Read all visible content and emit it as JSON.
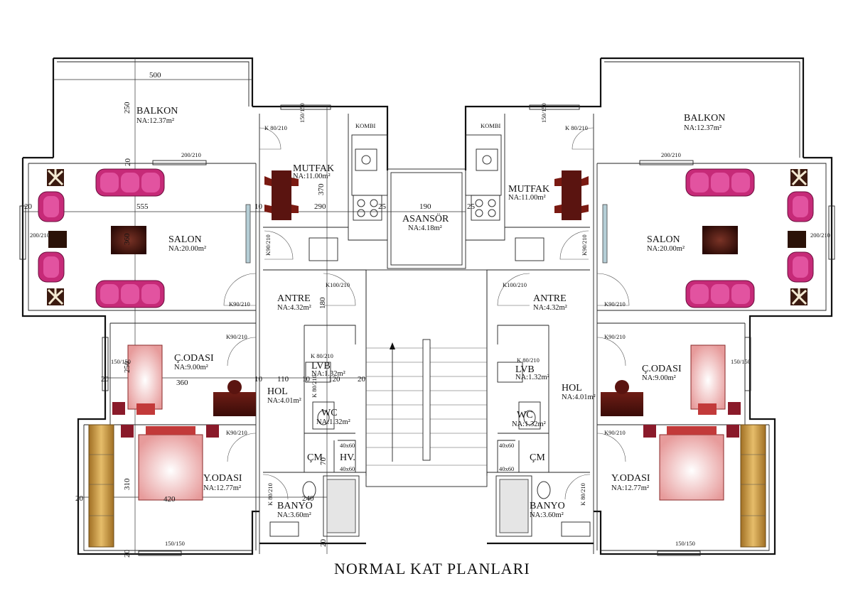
{
  "title": "NORMAL KAT PLANLARI",
  "colors": {
    "wall": "#111111",
    "sofa": "#d0307f",
    "table": "#4a1a12",
    "bed": "#f3c5c5",
    "wardrobe": "#c99a45",
    "kitchen_table": "#5a1410"
  },
  "common": {
    "elevator_name": "ASANSÖR",
    "elevator_area": "NA:4.18m²",
    "elevator_dim": "190",
    "elev_side_left": "25",
    "elev_side_right": "25",
    "ventilation": "HV.",
    "vent_size_top": "40x60",
    "vent_size_bottom": "40x60"
  },
  "left": {
    "balkon": {
      "name": "BALKON",
      "area": "NA:12.37m²",
      "w": "500",
      "h": "250"
    },
    "mutfak": {
      "name": "MUTFAK",
      "area": "NA:11.00m²",
      "kombi": "KOMBI",
      "door": "K 80/210",
      "win": "150/150",
      "dim_h": "370",
      "dim_w": "290",
      "side": "10",
      "top": "20"
    },
    "salon": {
      "name": "SALON",
      "area": "NA:20.00m²",
      "w": "555",
      "h": "360",
      "win": "200/210",
      "balcony_door": "200/210",
      "left": "20",
      "top": "20",
      "right": "10"
    },
    "antre": {
      "name": "ANTRE",
      "area": "NA:4.32m²",
      "door_main": "K100/210",
      "door_salon": "K90/210",
      "door_kitchen": "K90/210",
      "dim": "180"
    },
    "codasi": {
      "name": "Ç.ODASI",
      "area": "NA:9.00m²",
      "door": "K90/210",
      "win": "150/150",
      "w": "360",
      "h": "250",
      "left": "20"
    },
    "hol": {
      "name": "HOL",
      "area": "NA:4.01m²",
      "w": "110",
      "d1": "10",
      "d2": "10"
    },
    "lvb": {
      "name": "LVB",
      "area": "NA:1.32m²",
      "door": "K 80/210",
      "w": "120",
      "wall": "20"
    },
    "wc": {
      "name": "WC",
      "area": "NA:1.32m²",
      "door": "K 80/210",
      "size": "40x60"
    },
    "cm": {
      "name": "ÇM",
      "dim": "70"
    },
    "yodasi": {
      "name": "Y.ODASI",
      "area": "NA:12.77m²",
      "door": "K90/210",
      "win": "150/150",
      "w": "420",
      "h": "310",
      "left": "20",
      "bottom": "20"
    },
    "banyo": {
      "name": "BANYO",
      "area": "NA:3.60m²",
      "door": "K 80/210",
      "w": "240",
      "bottom": "20"
    }
  },
  "right": {
    "balkon": {
      "name": "BALKON",
      "area": "NA:12.37m²"
    },
    "mutfak": {
      "name": "MUTFAK",
      "area": "NA:11.00m²",
      "kombi": "KOMBI",
      "door": "K 80/210",
      "win": "150/150"
    },
    "salon": {
      "name": "SALON",
      "area": "NA:20.00m²",
      "win": "200/210",
      "balcony_door": "200/210"
    },
    "antre": {
      "name": "ANTRE",
      "area": "NA:4.32m²",
      "door_main": "K100/210",
      "door_salon": "K90/210",
      "door_kitchen": "K90/210"
    },
    "codasi": {
      "name": "Ç.ODASI",
      "area": "NA:9.00m²",
      "door": "K90/210",
      "win": "150/150"
    },
    "hol": {
      "name": "HOL",
      "area": "NA:4.01m²"
    },
    "lvb": {
      "name": "LVB",
      "area": "NA:1.32m²",
      "door": "K 80/210"
    },
    "wc": {
      "name": "WC",
      "area": "NA:1.32m²",
      "size": "40x60"
    },
    "cm": {
      "name": "ÇM"
    },
    "yodasi": {
      "name": "Y.ODASI",
      "area": "NA:12.77m²",
      "door": "K90/210",
      "win": "150/150"
    },
    "banyo": {
      "name": "BANYO",
      "area": "NA:3.60m²",
      "door": "K 80/210"
    }
  }
}
